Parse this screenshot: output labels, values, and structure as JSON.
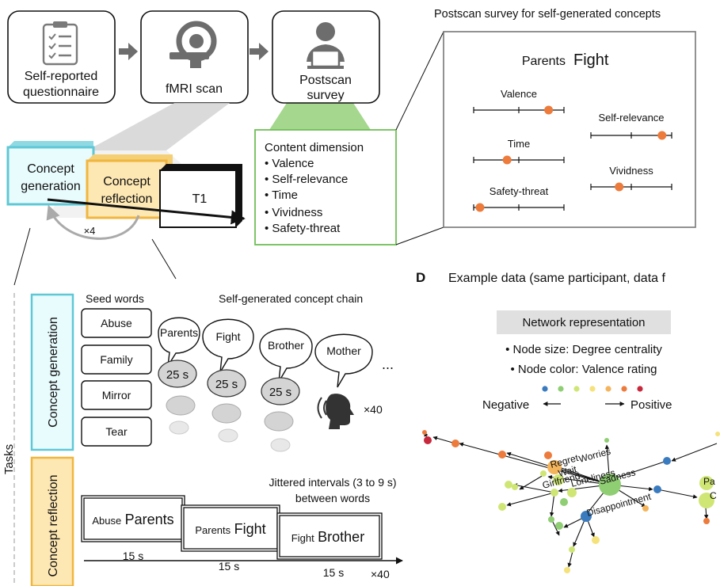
{
  "pipeline": {
    "step1": [
      "Self-reported",
      "questionnaire"
    ],
    "step2": "fMRI scan",
    "step3": [
      "Postscan",
      "survey"
    ]
  },
  "content_box": {
    "heading": "Content dimension",
    "items": [
      "Valence",
      "Self-relevance",
      "Time",
      "Vividness",
      "Safety-threat"
    ]
  },
  "scan_blocks": {
    "generation": [
      "Concept",
      "generation"
    ],
    "reflection": [
      "Concept",
      "reflection"
    ],
    "t1": "T1",
    "repeat": "×4"
  },
  "survey": {
    "title": "Postscan survey for self-generated concepts",
    "pair_left": "Parents",
    "pair_right": "Fight",
    "scales": [
      {
        "label": "Valence",
        "rating": 0.83
      },
      {
        "label": "Time",
        "rating": 0.37
      },
      {
        "label": "Safety-threat",
        "rating": 0.07
      },
      {
        "label": "Self-relevance",
        "rating": 0.88
      },
      {
        "label": "Vividness",
        "rating": 0.35
      }
    ]
  },
  "tasks": {
    "axis": "Tasks",
    "gen_label": "Concept generation",
    "refl_label": "Concept reflection",
    "seed_header": "Seed words",
    "seeds": [
      "Abuse",
      "Family",
      "Mirror",
      "Tear"
    ],
    "chain_header": "Self-generated concept chain",
    "chain": [
      "Parents",
      "Fight",
      "Brother",
      "Mother"
    ],
    "timers": [
      "25 s",
      "25 s",
      "25 s"
    ],
    "ellipsis": "...",
    "gen_repeat": "×40",
    "jitter": [
      "Jittered intervals (3 to 9 s)",
      "between words"
    ],
    "pairs": [
      {
        "small": "Abuse",
        "big": "Parents",
        "dur": "15 s"
      },
      {
        "small": "Parents",
        "big": "Fight",
        "dur": "15 s"
      },
      {
        "small": "Fight",
        "big": "Brother",
        "dur": "15 s"
      }
    ],
    "refl_repeat": "×40"
  },
  "panel_d": {
    "letter": "D",
    "title": "Example data (same participant, data f",
    "network_box": "Network representation",
    "bullets": [
      "• Node size: Degree centrality",
      "• Node color: Valence rating"
    ],
    "negative": "Negative",
    "positive": "Positive",
    "valence_colors": [
      "#3a7bbf",
      "#8fce73",
      "#cfe675",
      "#f5e27a",
      "#f4b45c",
      "#ec7b3c",
      "#c8283c"
    ],
    "node_labels": [
      "Regret",
      "Worries",
      "Wait",
      "Girlfriend",
      "Loneliness",
      "Sadness",
      "Disappointment",
      "Pa",
      "C"
    ]
  },
  "colors": {
    "generation": "#5fc8d6",
    "reflection": "#f0b63f",
    "marker": "#ec7b3c",
    "arrow": "#777777",
    "survey_green": "#8fce73"
  }
}
